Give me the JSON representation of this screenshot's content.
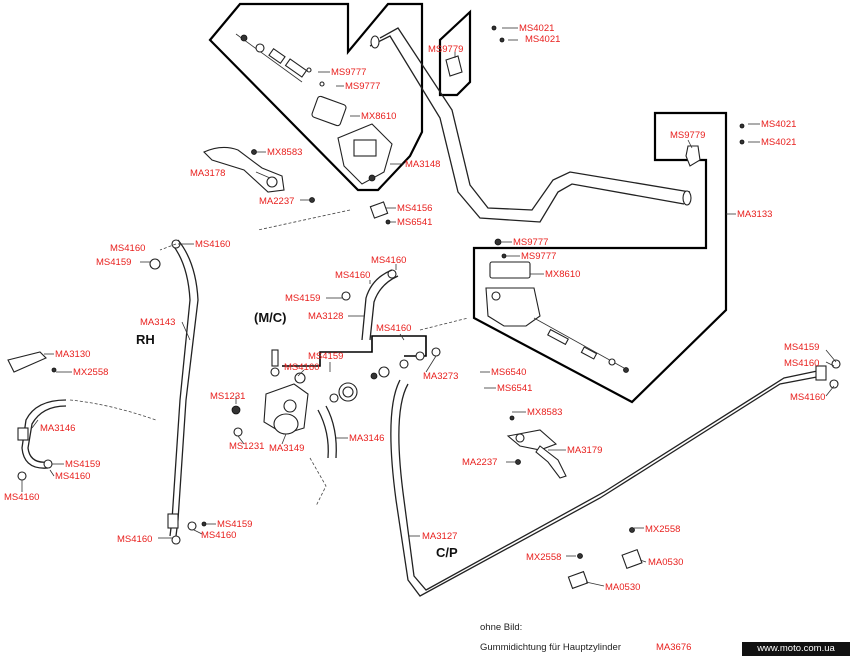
{
  "parts": [
    {
      "id": "p1",
      "text": "MS4021"
    },
    {
      "id": "p2",
      "text": "MS4021"
    },
    {
      "id": "p3",
      "text": "MS9779"
    },
    {
      "id": "p4",
      "text": "MS9777"
    },
    {
      "id": "p5",
      "text": "MS9777"
    },
    {
      "id": "p6",
      "text": "MX8610"
    },
    {
      "id": "p7",
      "text": "MX8583"
    },
    {
      "id": "p8",
      "text": "MA3178"
    },
    {
      "id": "p9",
      "text": "MA3148"
    },
    {
      "id": "p10",
      "text": "MA2237"
    },
    {
      "id": "p11",
      "text": "MS4156"
    },
    {
      "id": "p12",
      "text": "MS6541"
    },
    {
      "id": "p13",
      "text": "MS9779"
    },
    {
      "id": "p14",
      "text": "MS4021"
    },
    {
      "id": "p15",
      "text": "MS4021"
    },
    {
      "id": "p16",
      "text": "MA3133"
    },
    {
      "id": "p17",
      "text": "MS4160"
    },
    {
      "id": "p18",
      "text": "MS4160"
    },
    {
      "id": "p19",
      "text": "MS4159"
    },
    {
      "id": "p20",
      "text": "MS9777"
    },
    {
      "id": "p21",
      "text": "MS9777"
    },
    {
      "id": "p22",
      "text": "MX8610"
    },
    {
      "id": "p23",
      "text": "MS4160"
    },
    {
      "id": "p24",
      "text": "MS4160"
    },
    {
      "id": "p25",
      "text": "MS4159"
    },
    {
      "id": "p26",
      "text": "MA3128"
    },
    {
      "id": "p27",
      "text": "MA3143"
    },
    {
      "id": "p28",
      "text": "MA3130"
    },
    {
      "id": "p29",
      "text": "MX2558"
    },
    {
      "id": "p30",
      "text": "MS4160"
    },
    {
      "id": "p31",
      "text": "MS4159"
    },
    {
      "id": "p32",
      "text": "MS4160"
    },
    {
      "id": "p33",
      "text": "MA3273"
    },
    {
      "id": "p34",
      "text": "MS6540"
    },
    {
      "id": "p35",
      "text": "MS6541"
    },
    {
      "id": "p36",
      "text": "MS1231"
    },
    {
      "id": "p37",
      "text": "MS1231"
    },
    {
      "id": "p38",
      "text": "MA3149"
    },
    {
      "id": "p39",
      "text": "MA3146"
    },
    {
      "id": "p40",
      "text": "MA3146"
    },
    {
      "id": "p41",
      "text": "MS4159"
    },
    {
      "id": "p42",
      "text": "MS4160"
    },
    {
      "id": "p43",
      "text": "MS4160"
    },
    {
      "id": "p44",
      "text": "MX8583"
    },
    {
      "id": "p45",
      "text": "MA2237"
    },
    {
      "id": "p46",
      "text": "MA3179"
    },
    {
      "id": "p47",
      "text": "MS4159"
    },
    {
      "id": "p48",
      "text": "MS4160"
    },
    {
      "id": "p49",
      "text": "MS4160"
    },
    {
      "id": "p50",
      "text": "MS4159"
    },
    {
      "id": "p51",
      "text": "MS4160"
    },
    {
      "id": "p52",
      "text": "MS4160"
    },
    {
      "id": "p53",
      "text": "MA3127"
    },
    {
      "id": "p54",
      "text": "MX2558"
    },
    {
      "id": "p55",
      "text": "MX2558"
    },
    {
      "id": "p56",
      "text": "MA0530"
    },
    {
      "id": "p57",
      "text": "MA0530"
    }
  ],
  "sections": {
    "rh": "RH",
    "mc": "(M/C)",
    "cp": "C/P"
  },
  "footer": {
    "no_image": "ohne Bild:",
    "gasket_label": "Gummidichtung für Hauptzylinder",
    "gasket_part": "MA3676"
  },
  "watermark": "www.moto.com.ua",
  "colors": {
    "part_number": "#e8201e",
    "line_art": "#222222"
  }
}
